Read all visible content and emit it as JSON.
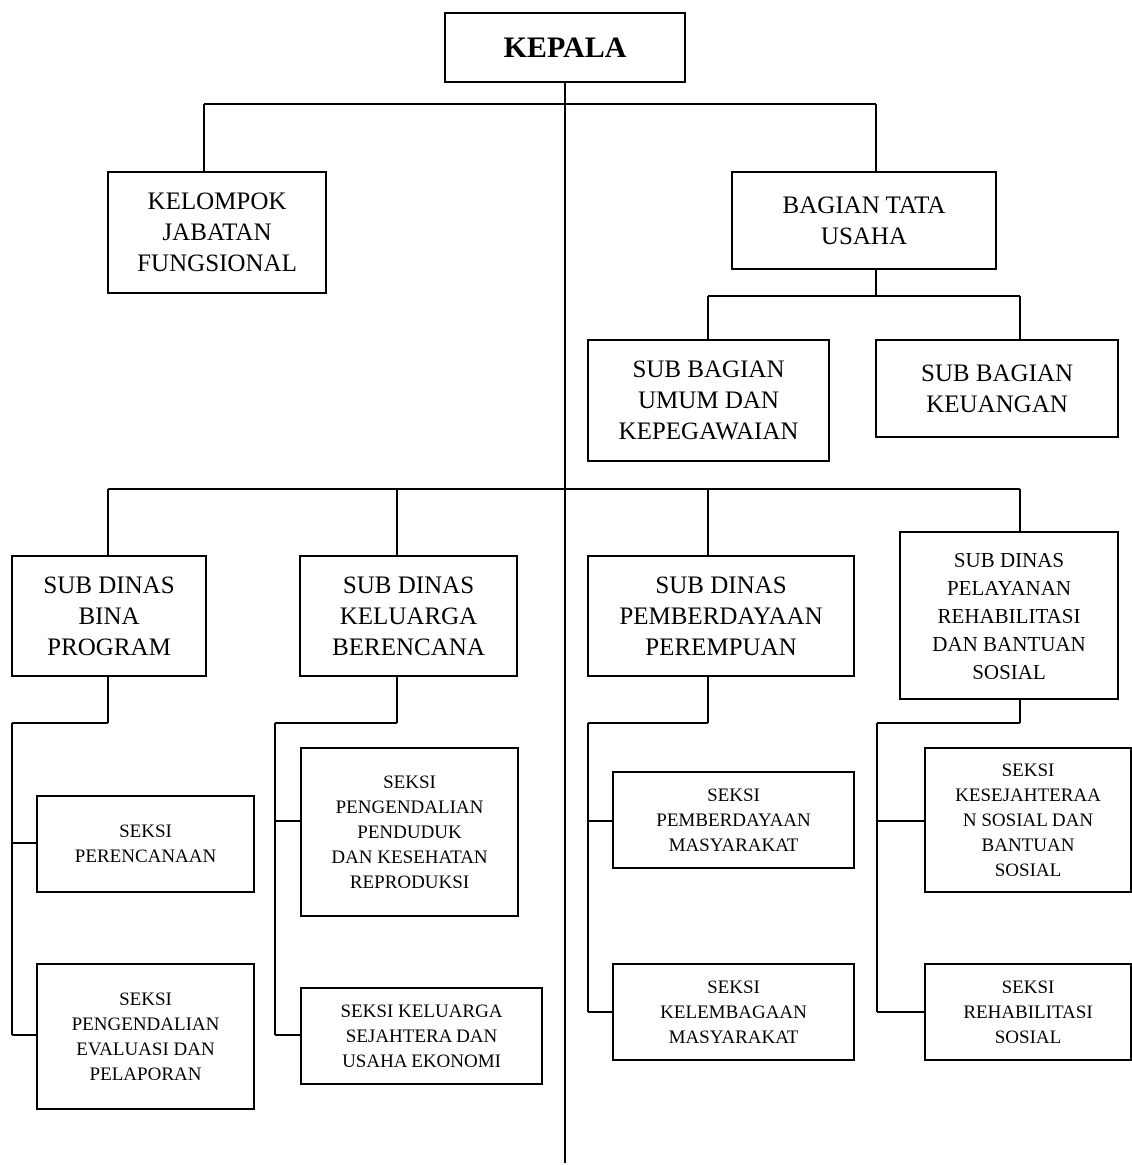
{
  "nodes": {
    "kepala": "KEPALA",
    "jabatan_fungsional": "KELOMPOK\nJABATAN\nFUNGSIONAL",
    "tata_usaha": "BAGIAN TATA\nUSAHA",
    "umum_kepegawaian": "SUB BAGIAN\nUMUM DAN\nKEPEGAWAIAN",
    "keuangan": "SUB BAGIAN\nKEUANGAN",
    "bina_program": "SUB DINAS\nBINA\nPROGRAM",
    "keluarga_berencana": "SUB DINAS\nKELUARGA\nBERENCANA",
    "pemberdayaan_perempuan": "SUB DINAS\nPEMBERDAYAAN\nPEREMPUAN",
    "pelayanan_rehabilitasi": "SUB DINAS\nPELAYANAN\nREHABILITASI\nDAN BANTUAN\nSOSIAL",
    "seksi_perencanaan": "SEKSI\nPERENCANAAN",
    "seksi_evaluasi": "SEKSI\nPENGENDALIAN\nEVALUASI DAN\nPELAPORAN",
    "seksi_pengendalian_penduduk": "SEKSI\nPENGENDALIAN\nPENDUDUK\nDAN KESEHATAN\nREPRODUKSI",
    "seksi_keluarga_sejahtera": "SEKSI KELUARGA\nSEJAHTERA DAN\nUSAHA EKONOMI",
    "seksi_pemberdayaan_masyarakat": "SEKSI\nPEMBERDAYAAN\nMASYARAKAT",
    "seksi_kelembagaan": "SEKSI\nKELEMBAGAAN\nMASYARAKAT",
    "seksi_kesejahteraan_sosial": "SEKSI\nKESEJAHTERAA\nN SOSIAL DAN\nBANTUAN\nSOSIAL",
    "seksi_rehabilitasi": "SEKSI\nREHABILITASI\nSOSIAL"
  }
}
